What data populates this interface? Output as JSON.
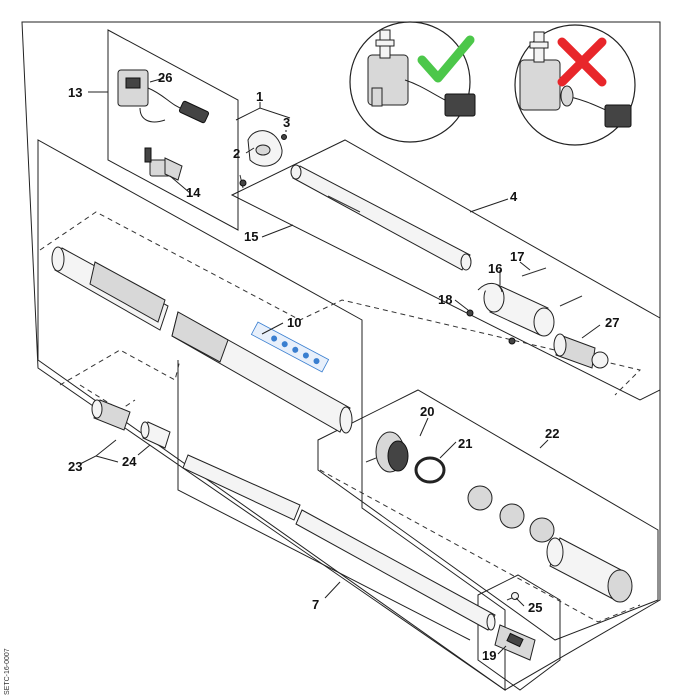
{
  "document_id": "SETC-16-0007",
  "inset_correct": {
    "symbol": "check-mark-icon",
    "color": "#4cc74a"
  },
  "inset_incorrect": {
    "symbol": "cross-mark-icon",
    "color": "#e8262a"
  },
  "labels": {
    "p1": "1",
    "p2": "2",
    "p3": "3",
    "p4": "4",
    "p7": "7",
    "p10": "10",
    "p13": "13",
    "p14": "14",
    "p15": "15",
    "p16": "16",
    "p17": "17",
    "p18": "18",
    "p19": "19",
    "p20": "20",
    "p21": "21",
    "p22": "22",
    "p23": "23",
    "p24": "24",
    "p25": "25",
    "p26": "26",
    "p27": "27"
  },
  "colors": {
    "accent_blue": "#3a7fd0",
    "line": "#222222"
  }
}
